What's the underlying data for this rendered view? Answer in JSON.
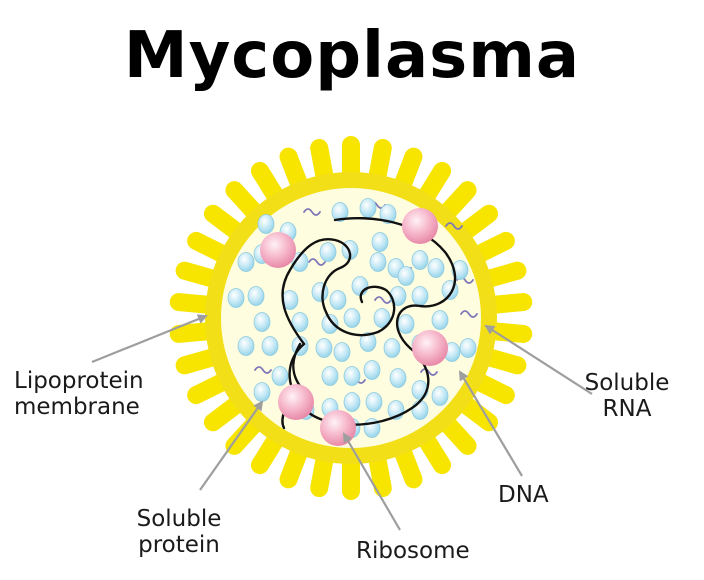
{
  "title": "Mycoplasma",
  "labels": {
    "lipoprotein": [
      "Lipoprotein",
      "membrane"
    ],
    "soluble_protein": [
      "Soluble",
      "protein"
    ],
    "ribosome": "Ribosome",
    "dna": "DNA",
    "soluble_rna": [
      "Soluble",
      "RNA"
    ]
  },
  "colors": {
    "membrane_spikes": "#f7e500",
    "membrane_ring": "#f3df17",
    "cytoplasm": "#fffde0",
    "ribosome": "#f6b7cb",
    "soluble_protein": "#bfe6f4",
    "dna": "#111111",
    "soluble_rna": "#7f78b8",
    "pointer_lines": "#9e9e9e"
  }
}
